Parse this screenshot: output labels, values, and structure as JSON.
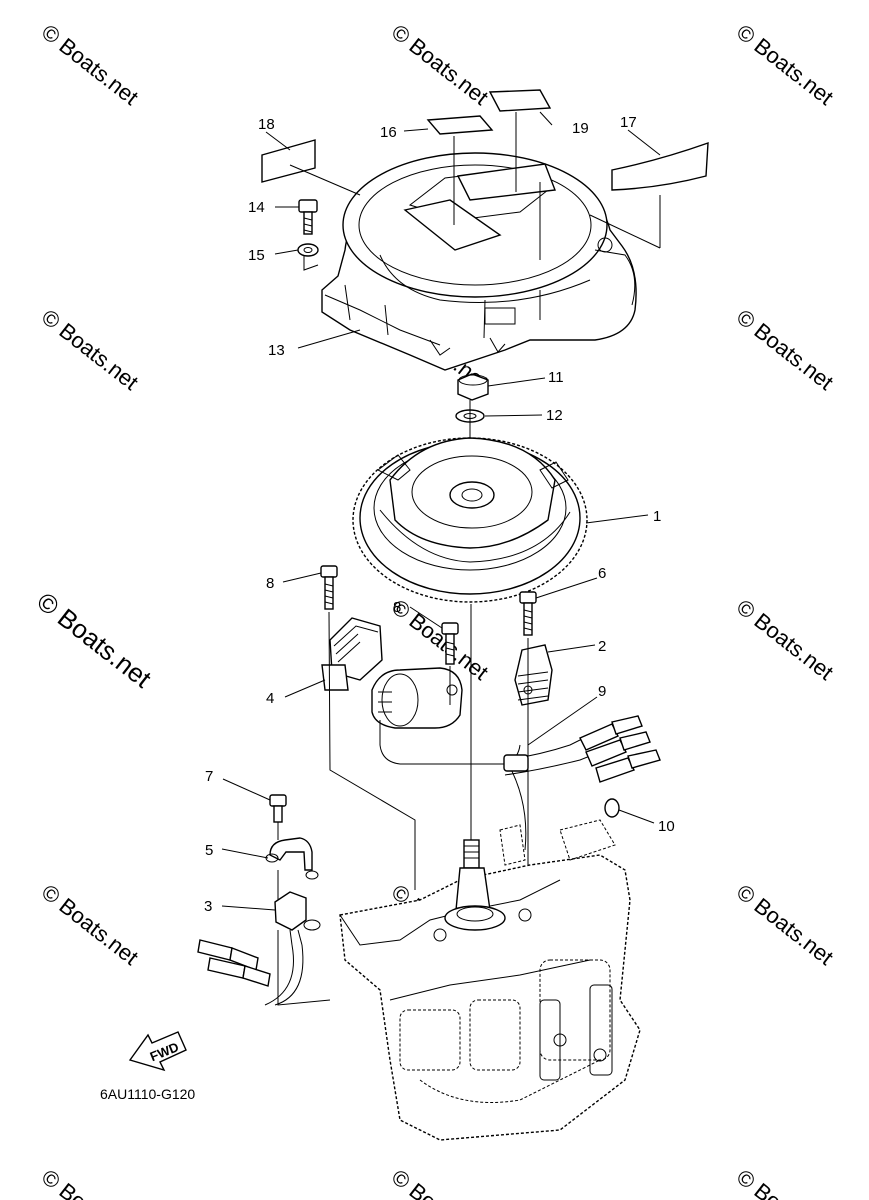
{
  "diagram": {
    "drawing_code": "6AU1110-G120",
    "fwd_label": "FWD",
    "side_watermark": "© Boats.net",
    "watermark": "© Boats.net",
    "callouts": [
      "1",
      "2",
      "3",
      "4",
      "5",
      "6",
      "7",
      "8",
      "8",
      "9",
      "10",
      "11",
      "12",
      "13",
      "14",
      "15",
      "16",
      "17",
      "18",
      "19"
    ]
  }
}
